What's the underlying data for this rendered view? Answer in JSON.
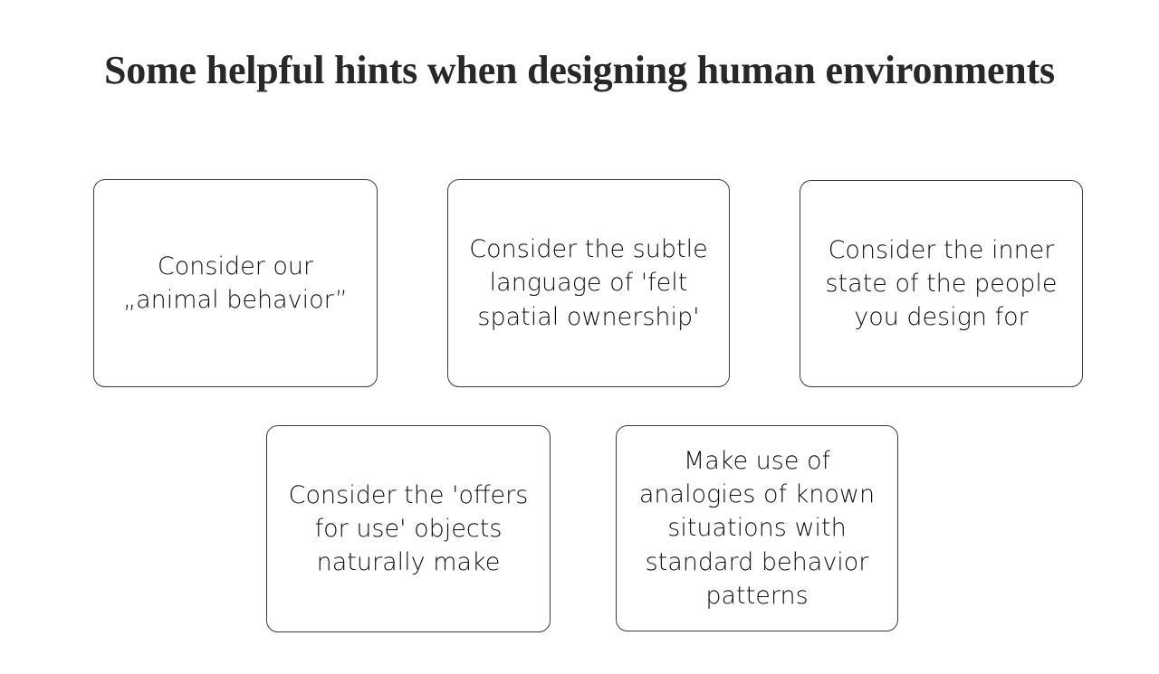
{
  "slide": {
    "title": "Some helpful hints when designing human environments",
    "background_color": "#ffffff",
    "title_color": "#282828",
    "card_border_color": "#3c3c3c",
    "card_text_color": "#111111"
  },
  "cards": [
    {
      "id": "animal-behavior",
      "text": "Consider our\n„animal behavior”",
      "row": 1,
      "column": 1
    },
    {
      "id": "felt-spatial-ownership",
      "text": "Consider the subtle\nlanguage of 'felt\nspatial ownership'",
      "row": 1,
      "column": 2
    },
    {
      "id": "inner-state-of-people",
      "text": "Consider the inner\nstate of the people\nyou design for",
      "row": 1,
      "column": 3
    },
    {
      "id": "offers-for-use",
      "text": "Consider the 'offers\nfor use' objects\nnaturally make",
      "row": 2,
      "column": 1
    },
    {
      "id": "analogies-known-situations",
      "text": "Make use of\nanalogies of known\nsituations with\nstandard behavior\npatterns",
      "row": 2,
      "column": 2
    }
  ]
}
